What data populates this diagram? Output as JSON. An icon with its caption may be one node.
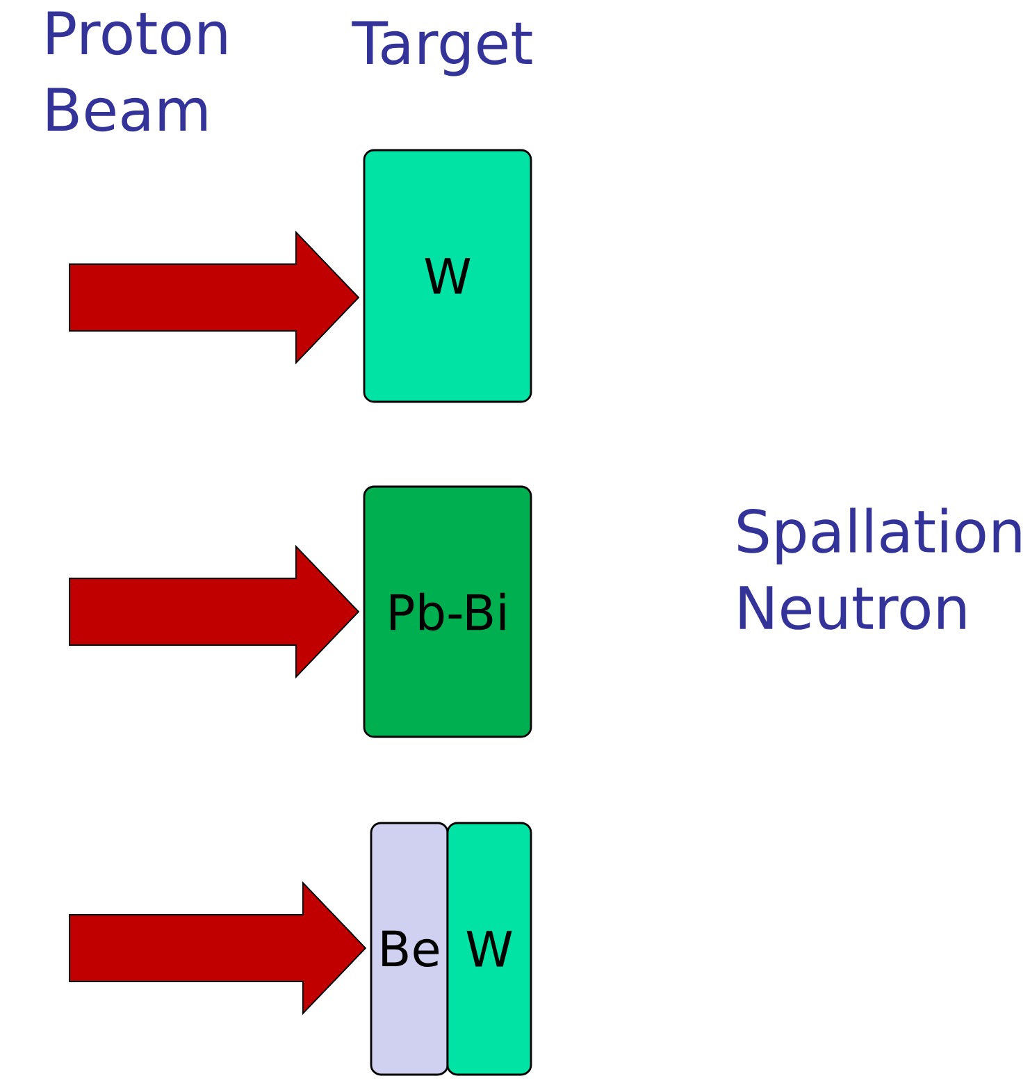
{
  "diagram": {
    "nodes": [
      {
        "text": [
          "W"
        ]
      },
      {
        "text": [
          "Pb-Bi"
        ]
      },
      {
        "text": [
          "Be"
        ]
      },
      {
        "text": [
          "W"
        ]
      }
    ],
    "edges": [
      {
        "from": null,
        "to": 0,
        "arrow": "to"
      },
      {
        "from": null,
        "to": 1,
        "arrow": "to"
      },
      {
        "from": null,
        "to": 2,
        "arrow": "to"
      }
    ],
    "labels": [
      "Proton Beam",
      "Target",
      "Spallation Neutron"
    ]
  }
}
